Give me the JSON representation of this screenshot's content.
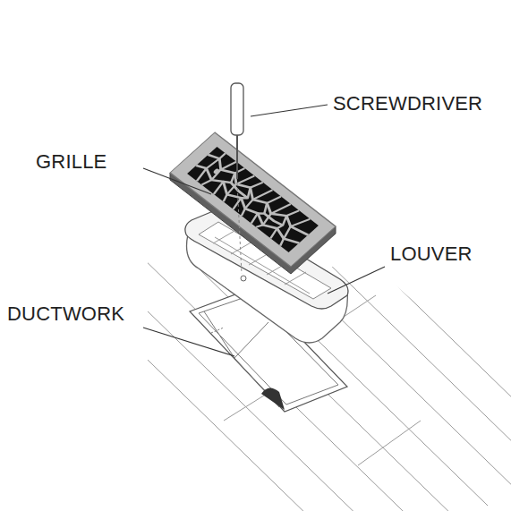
{
  "diagram": {
    "labels": [
      "SCREWDRIVER",
      "GRILLE",
      "LOUVER",
      "DUCTWORK"
    ]
  }
}
